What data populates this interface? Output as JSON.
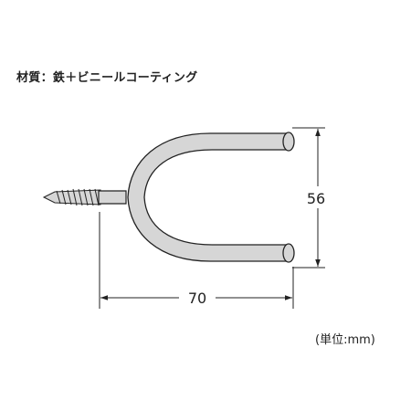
{
  "material_label": "材質：鉄＋ビニールコーティング",
  "unit_label": "(単位:mm)",
  "dimensions": {
    "width": "70",
    "height": "56"
  },
  "colors": {
    "hook_fill": "#d6d6d6",
    "outline": "#222222"
  }
}
